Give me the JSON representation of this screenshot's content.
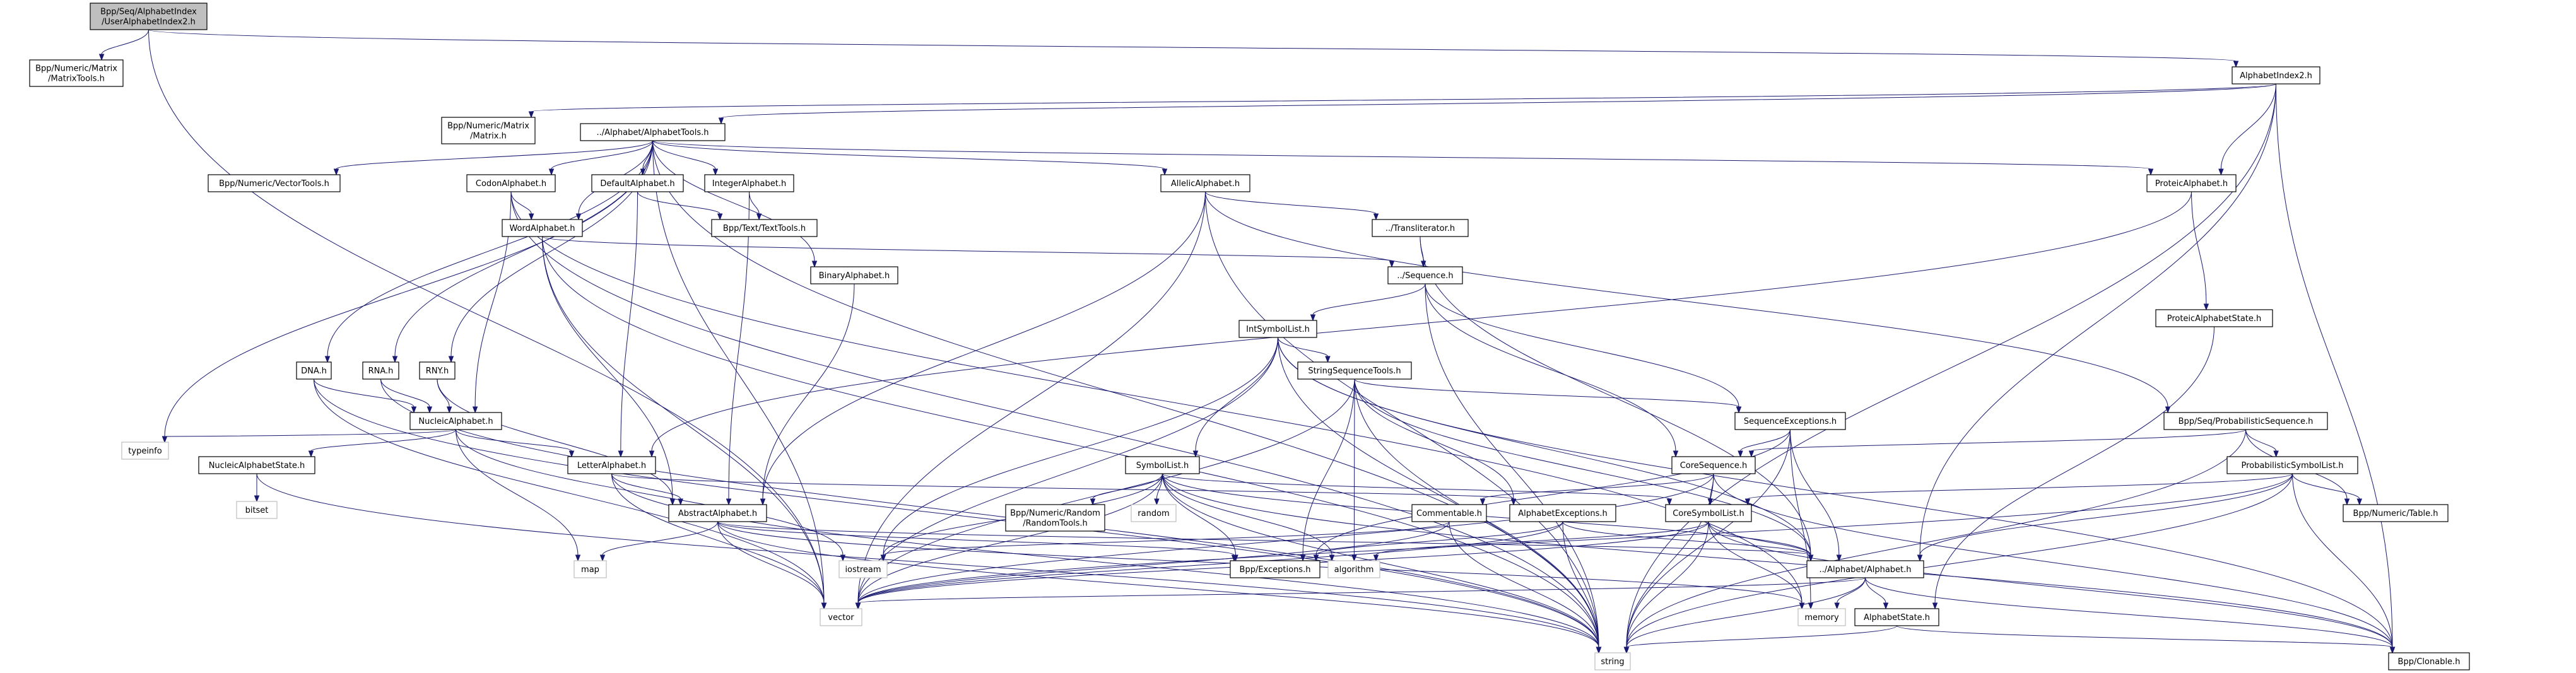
{
  "graph": {
    "title": "Bpp/Seq/AlphabetIndex/UserAlphabetIndex2.h",
    "edge_color": "#191970",
    "nodes": [
      {
        "id": "root",
        "lines": [
          "Bpp/Seq/AlphabetIndex",
          "/UserAlphabetIndex2.h"
        ],
        "style": "root"
      },
      {
        "id": "matrixtools",
        "lines": [
          "Bpp/Numeric/Matrix",
          "/MatrixTools.h"
        ],
        "style": "normal"
      },
      {
        "id": "alphabetindex2",
        "lines": [
          "AlphabetIndex2.h"
        ],
        "style": "normal"
      },
      {
        "id": "matrix",
        "lines": [
          "Bpp/Numeric/Matrix",
          "/Matrix.h"
        ],
        "style": "normal"
      },
      {
        "id": "alphabettools",
        "lines": [
          "../Alphabet/AlphabetTools.h"
        ],
        "style": "normal"
      },
      {
        "id": "vectortools",
        "lines": [
          "Bpp/Numeric/VectorTools.h"
        ],
        "style": "normal"
      },
      {
        "id": "codonalphabet",
        "lines": [
          "CodonAlphabet.h"
        ],
        "style": "normal"
      },
      {
        "id": "defaultalphabet",
        "lines": [
          "DefaultAlphabet.h"
        ],
        "style": "normal"
      },
      {
        "id": "integeralphabet",
        "lines": [
          "IntegerAlphabet.h"
        ],
        "style": "normal"
      },
      {
        "id": "allelicalphabet",
        "lines": [
          "AllelicAlphabet.h"
        ],
        "style": "normal"
      },
      {
        "id": "proteicalphabet",
        "lines": [
          "ProteicAlphabet.h"
        ],
        "style": "normal"
      },
      {
        "id": "wordalphabet",
        "lines": [
          "WordAlphabet.h"
        ],
        "style": "normal"
      },
      {
        "id": "texttools",
        "lines": [
          "Bpp/Text/TextTools.h"
        ],
        "style": "normal"
      },
      {
        "id": "transliterator",
        "lines": [
          "../Transliterator.h"
        ],
        "style": "normal"
      },
      {
        "id": "binaryalphabet",
        "lines": [
          "BinaryAlphabet.h"
        ],
        "style": "normal"
      },
      {
        "id": "sequence",
        "lines": [
          "../Sequence.h"
        ],
        "style": "normal"
      },
      {
        "id": "proteicalphabetstate",
        "lines": [
          "ProteicAlphabetState.h"
        ],
        "style": "normal"
      },
      {
        "id": "intsymbollist",
        "lines": [
          "IntSymbolList.h"
        ],
        "style": "normal"
      },
      {
        "id": "dna",
        "lines": [
          "DNA.h"
        ],
        "style": "normal"
      },
      {
        "id": "rna",
        "lines": [
          "RNA.h"
        ],
        "style": "normal"
      },
      {
        "id": "rny",
        "lines": [
          "RNY.h"
        ],
        "style": "normal"
      },
      {
        "id": "stringsequencetools",
        "lines": [
          "StringSequenceTools.h"
        ],
        "style": "normal"
      },
      {
        "id": "probabilisticsequence",
        "lines": [
          "Bpp/Seq/ProbabilisticSequence.h"
        ],
        "style": "normal"
      },
      {
        "id": "sequenceexceptions",
        "lines": [
          "SequenceExceptions.h"
        ],
        "style": "normal"
      },
      {
        "id": "nucleicalphabet",
        "lines": [
          "NucleicAlphabet.h"
        ],
        "style": "normal"
      },
      {
        "id": "typeinfo",
        "lines": [
          "typeinfo"
        ],
        "style": "ext"
      },
      {
        "id": "nucleicalphabetstate",
        "lines": [
          "NucleicAlphabetState.h"
        ],
        "style": "normal"
      },
      {
        "id": "letteralphabet",
        "lines": [
          "LetterAlphabet.h"
        ],
        "style": "normal"
      },
      {
        "id": "symbollist",
        "lines": [
          "SymbolList.h"
        ],
        "style": "normal"
      },
      {
        "id": "coresequence",
        "lines": [
          "CoreSequence.h"
        ],
        "style": "normal"
      },
      {
        "id": "probabilisticsymbollist",
        "lines": [
          "ProbabilisticSymbolList.h"
        ],
        "style": "normal"
      },
      {
        "id": "bitset",
        "lines": [
          "bitset"
        ],
        "style": "ext"
      },
      {
        "id": "abstractalphabet",
        "lines": [
          "AbstractAlphabet.h"
        ],
        "style": "normal"
      },
      {
        "id": "randomtools",
        "lines": [
          "Bpp/Numeric/Random",
          "/RandomTools.h"
        ],
        "style": "normal"
      },
      {
        "id": "random",
        "lines": [
          "random"
        ],
        "style": "ext"
      },
      {
        "id": "commentable",
        "lines": [
          "Commentable.h"
        ],
        "style": "normal"
      },
      {
        "id": "alphabetexceptions",
        "lines": [
          "AlphabetExceptions.h"
        ],
        "style": "normal"
      },
      {
        "id": "coresymbollist",
        "lines": [
          "CoreSymbolList.h"
        ],
        "style": "normal"
      },
      {
        "id": "numerictable",
        "lines": [
          "Bpp/Numeric/Table.h"
        ],
        "style": "normal"
      },
      {
        "id": "map",
        "lines": [
          "map"
        ],
        "style": "ext"
      },
      {
        "id": "iostream",
        "lines": [
          "iostream"
        ],
        "style": "ext"
      },
      {
        "id": "bppexceptions",
        "lines": [
          "Bpp/Exceptions.h"
        ],
        "style": "normal"
      },
      {
        "id": "algorithm",
        "lines": [
          "algorithm"
        ],
        "style": "ext"
      },
      {
        "id": "alphabeth",
        "lines": [
          "../Alphabet/Alphabet.h"
        ],
        "style": "normal"
      },
      {
        "id": "vector",
        "lines": [
          "vector"
        ],
        "style": "ext"
      },
      {
        "id": "memory",
        "lines": [
          "memory"
        ],
        "style": "ext"
      },
      {
        "id": "alphabetstate",
        "lines": [
          "AlphabetState.h"
        ],
        "style": "normal"
      },
      {
        "id": "string",
        "lines": [
          "string"
        ],
        "style": "ext"
      },
      {
        "id": "bppclonable",
        "lines": [
          "Bpp/Clonable.h"
        ],
        "style": "normal"
      }
    ],
    "edges": [
      [
        "root",
        "matrixtools"
      ],
      [
        "root",
        "alphabetindex2"
      ],
      [
        "root",
        "vector"
      ],
      [
        "alphabetindex2",
        "matrix"
      ],
      [
        "alphabetindex2",
        "alphabettools"
      ],
      [
        "alphabetindex2",
        "proteicalphabet"
      ],
      [
        "alphabetindex2",
        "alphabeth"
      ],
      [
        "alphabetindex2",
        "string"
      ],
      [
        "alphabetindex2",
        "bppclonable"
      ],
      [
        "alphabettools",
        "vectortools"
      ],
      [
        "alphabettools",
        "codonalphabet"
      ],
      [
        "alphabettools",
        "defaultalphabet"
      ],
      [
        "alphabettools",
        "integeralphabet"
      ],
      [
        "alphabettools",
        "allelicalphabet"
      ],
      [
        "alphabettools",
        "proteicalphabet"
      ],
      [
        "alphabettools",
        "wordalphabet"
      ],
      [
        "alphabettools",
        "binaryalphabet"
      ],
      [
        "alphabettools",
        "dna"
      ],
      [
        "alphabettools",
        "rna"
      ],
      [
        "alphabettools",
        "rny"
      ],
      [
        "alphabettools",
        "typeinfo"
      ],
      [
        "alphabettools",
        "vector"
      ],
      [
        "alphabettools",
        "string"
      ],
      [
        "codonalphabet",
        "wordalphabet"
      ],
      [
        "codonalphabet",
        "nucleicalphabet"
      ],
      [
        "codonalphabet",
        "memory"
      ],
      [
        "codonalphabet",
        "string"
      ],
      [
        "defaultalphabet",
        "texttools"
      ],
      [
        "defaultalphabet",
        "letteralphabet"
      ],
      [
        "integeralphabet",
        "texttools"
      ],
      [
        "integeralphabet",
        "abstractalphabet"
      ],
      [
        "allelicalphabet",
        "transliterator"
      ],
      [
        "allelicalphabet",
        "probabilisticsequence"
      ],
      [
        "allelicalphabet",
        "abstractalphabet"
      ],
      [
        "allelicalphabet",
        "vector"
      ],
      [
        "allelicalphabet",
        "string"
      ],
      [
        "proteicalphabet",
        "letteralphabet"
      ],
      [
        "proteicalphabet",
        "proteicalphabetstate"
      ],
      [
        "wordalphabet",
        "sequence"
      ],
      [
        "wordalphabet",
        "abstractalphabet"
      ],
      [
        "wordalphabet",
        "vector"
      ],
      [
        "wordalphabet",
        "string"
      ],
      [
        "binaryalphabet",
        "abstractalphabet"
      ],
      [
        "transliterator",
        "sequence"
      ],
      [
        "transliterator",
        "alphabeth"
      ],
      [
        "sequence",
        "intsymbollist"
      ],
      [
        "sequence",
        "sequenceexceptions"
      ],
      [
        "sequence",
        "coresequence"
      ],
      [
        "sequence",
        "string"
      ],
      [
        "proteicalphabetstate",
        "alphabetstate"
      ],
      [
        "intsymbollist",
        "symbollist"
      ],
      [
        "intsymbollist",
        "stringsequencetools"
      ],
      [
        "intsymbollist",
        "alphabeth"
      ],
      [
        "intsymbollist",
        "iostream"
      ],
      [
        "intsymbollist",
        "vector"
      ],
      [
        "intsymbollist",
        "bppclonable"
      ],
      [
        "intsymbollist",
        "string"
      ],
      [
        "dna",
        "nucleicalphabet"
      ],
      [
        "dna",
        "vector"
      ],
      [
        "dna",
        "string"
      ],
      [
        "rna",
        "nucleicalphabet"
      ],
      [
        "rna",
        "string"
      ],
      [
        "rny",
        "nucleicalphabet"
      ],
      [
        "rny",
        "abstractalphabet"
      ],
      [
        "stringsequencetools",
        "sequenceexceptions"
      ],
      [
        "stringsequencetools",
        "alphabetexceptions"
      ],
      [
        "stringsequencetools",
        "alphabeth"
      ],
      [
        "stringsequencetools",
        "bppexceptions"
      ],
      [
        "stringsequencetools",
        "algorithm"
      ],
      [
        "stringsequencetools",
        "vector"
      ],
      [
        "stringsequencetools",
        "string"
      ],
      [
        "probabilisticsequence",
        "coresequence"
      ],
      [
        "probabilisticsequence",
        "probabilisticsymbollist"
      ],
      [
        "probabilisticsequence",
        "numerictable"
      ],
      [
        "probabilisticsequence",
        "string"
      ],
      [
        "sequenceexceptions",
        "coresequence"
      ],
      [
        "sequenceexceptions",
        "alphabeth"
      ],
      [
        "sequenceexceptions",
        "bppexceptions"
      ],
      [
        "sequenceexceptions",
        "memory"
      ],
      [
        "sequenceexceptions",
        "string"
      ],
      [
        "nucleicalphabet",
        "letteralphabet"
      ],
      [
        "nucleicalphabet",
        "nucleicalphabetstate"
      ],
      [
        "nucleicalphabet",
        "typeinfo"
      ],
      [
        "nucleicalphabet",
        "map"
      ],
      [
        "nucleicalphabet",
        "iostream"
      ],
      [
        "nucleicalphabetstate",
        "bitset"
      ],
      [
        "nucleicalphabetstate",
        "string"
      ],
      [
        "letteralphabet",
        "abstractalphabet"
      ],
      [
        "letteralphabet",
        "alphabetexceptions"
      ],
      [
        "letteralphabet",
        "vector"
      ],
      [
        "letteralphabet",
        "string"
      ],
      [
        "symbollist",
        "coresymbollist"
      ],
      [
        "symbollist",
        "randomtools"
      ],
      [
        "symbollist",
        "random"
      ],
      [
        "symbollist",
        "iostream"
      ],
      [
        "symbollist",
        "bppexceptions"
      ],
      [
        "symbollist",
        "algorithm"
      ],
      [
        "symbollist",
        "alphabeth"
      ],
      [
        "symbollist",
        "vector"
      ],
      [
        "symbollist",
        "string"
      ],
      [
        "symbollist",
        "bppclonable"
      ],
      [
        "coresequence",
        "commentable"
      ],
      [
        "coresequence",
        "coresymbollist"
      ],
      [
        "coresequence",
        "string"
      ],
      [
        "coresequence",
        "vector"
      ],
      [
        "coresequence",
        "bppclonable"
      ],
      [
        "probabilisticsymbollist",
        "coresymbollist"
      ],
      [
        "probabilisticsymbollist",
        "numerictable"
      ],
      [
        "probabilisticsymbollist",
        "alphabeth"
      ],
      [
        "probabilisticsymbollist",
        "vector"
      ],
      [
        "probabilisticsymbollist",
        "string"
      ],
      [
        "probabilisticsymbollist",
        "bppclonable"
      ],
      [
        "abstractalphabet",
        "alphabeth"
      ],
      [
        "abstractalphabet",
        "bppexceptions"
      ],
      [
        "abstractalphabet",
        "map"
      ],
      [
        "abstractalphabet",
        "vector"
      ],
      [
        "abstractalphabet",
        "string"
      ],
      [
        "abstractalphabet",
        "memory"
      ],
      [
        "commentable",
        "string"
      ],
      [
        "commentable",
        "iostream"
      ],
      [
        "commentable",
        "vector"
      ],
      [
        "alphabetexceptions",
        "bppexceptions"
      ],
      [
        "alphabetexceptions",
        "vector"
      ],
      [
        "alphabetexceptions",
        "alphabeth"
      ],
      [
        "alphabetexceptions",
        "string"
      ],
      [
        "coresymbollist",
        "alphabeth"
      ],
      [
        "coresymbollist",
        "algorithm"
      ],
      [
        "coresymbollist",
        "vector"
      ],
      [
        "coresymbollist",
        "string"
      ],
      [
        "coresymbollist",
        "memory"
      ],
      [
        "coresymbollist",
        "bppclonable"
      ],
      [
        "alphabeth",
        "alphabetstate"
      ],
      [
        "alphabeth",
        "vector"
      ],
      [
        "alphabeth",
        "memory"
      ],
      [
        "alphabeth",
        "string"
      ],
      [
        "alphabeth",
        "bppclonable"
      ],
      [
        "alphabetstate",
        "string"
      ],
      [
        "alphabetstate",
        "bppclonable"
      ]
    ]
  }
}
